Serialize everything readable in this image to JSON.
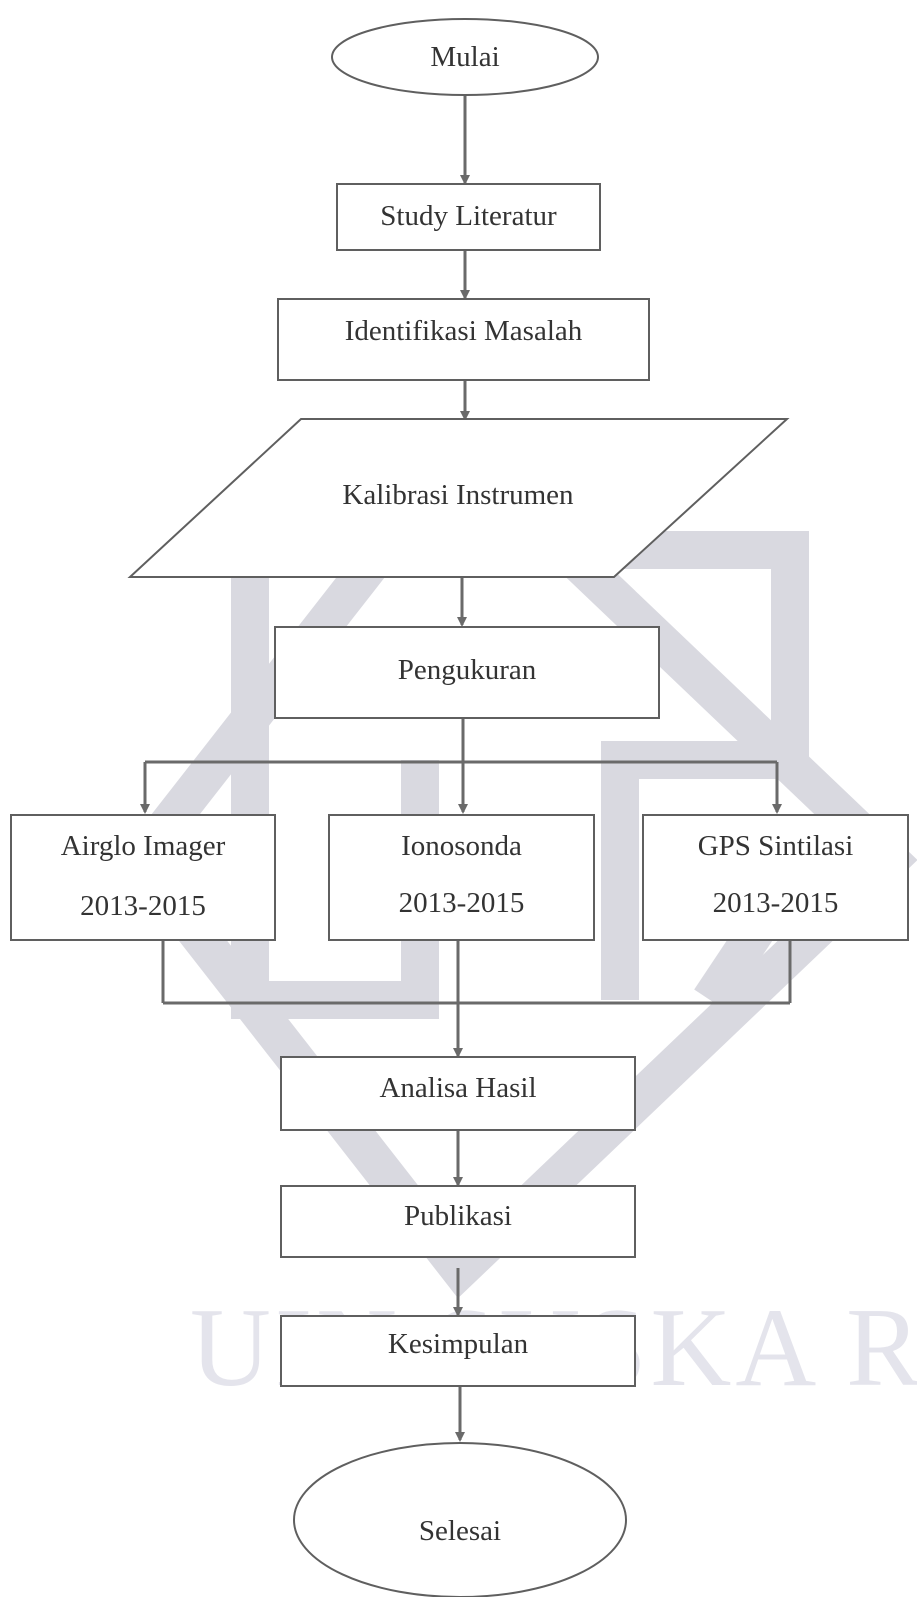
{
  "diagram": {
    "nodes": [
      {
        "id": "start",
        "label": "Mulai",
        "shape": "ellipse"
      },
      {
        "id": "study",
        "label": "Study Literatur",
        "shape": "rect"
      },
      {
        "id": "identify",
        "label": "Identifikasi Masalah",
        "shape": "rect"
      },
      {
        "id": "calibration",
        "label": "Kalibrasi Instrumen",
        "shape": "parallelogram"
      },
      {
        "id": "measurement",
        "label": "Pengukuran",
        "shape": "rect"
      },
      {
        "id": "airglow",
        "label": "Airglo Imager",
        "sublabel": "2013-2015",
        "shape": "rect"
      },
      {
        "id": "ionosonda",
        "label": "Ionosonda",
        "sublabel": "2013-2015",
        "shape": "rect"
      },
      {
        "id": "gps",
        "label": "GPS Sintilasi",
        "sublabel": "2013-2015",
        "shape": "rect"
      },
      {
        "id": "analysis",
        "label": "Analisa Hasil",
        "shape": "rect"
      },
      {
        "id": "publication",
        "label": "Publikasi",
        "shape": "rect"
      },
      {
        "id": "conclusion",
        "label": "Kesimpulan",
        "shape": "rect"
      },
      {
        "id": "end",
        "label": "Selesai",
        "shape": "ellipse"
      }
    ],
    "edges": [
      [
        "start",
        "study"
      ],
      [
        "study",
        "identify"
      ],
      [
        "identify",
        "calibration"
      ],
      [
        "calibration",
        "measurement"
      ],
      [
        "measurement",
        "airglow"
      ],
      [
        "measurement",
        "ionosonda"
      ],
      [
        "measurement",
        "gps"
      ],
      [
        "airglow",
        "analysis"
      ],
      [
        "ionosonda",
        "analysis"
      ],
      [
        "gps",
        "analysis"
      ],
      [
        "analysis",
        "publication"
      ],
      [
        "publication",
        "conclusion"
      ],
      [
        "conclusion",
        "end"
      ]
    ]
  },
  "watermark": {
    "text": "UIN SUSKA RIAU"
  },
  "colors": {
    "stroke": "#5f5f5f",
    "arrow": "#6a6a6a",
    "text": "#333333",
    "watermark": "#d9d9e0"
  }
}
